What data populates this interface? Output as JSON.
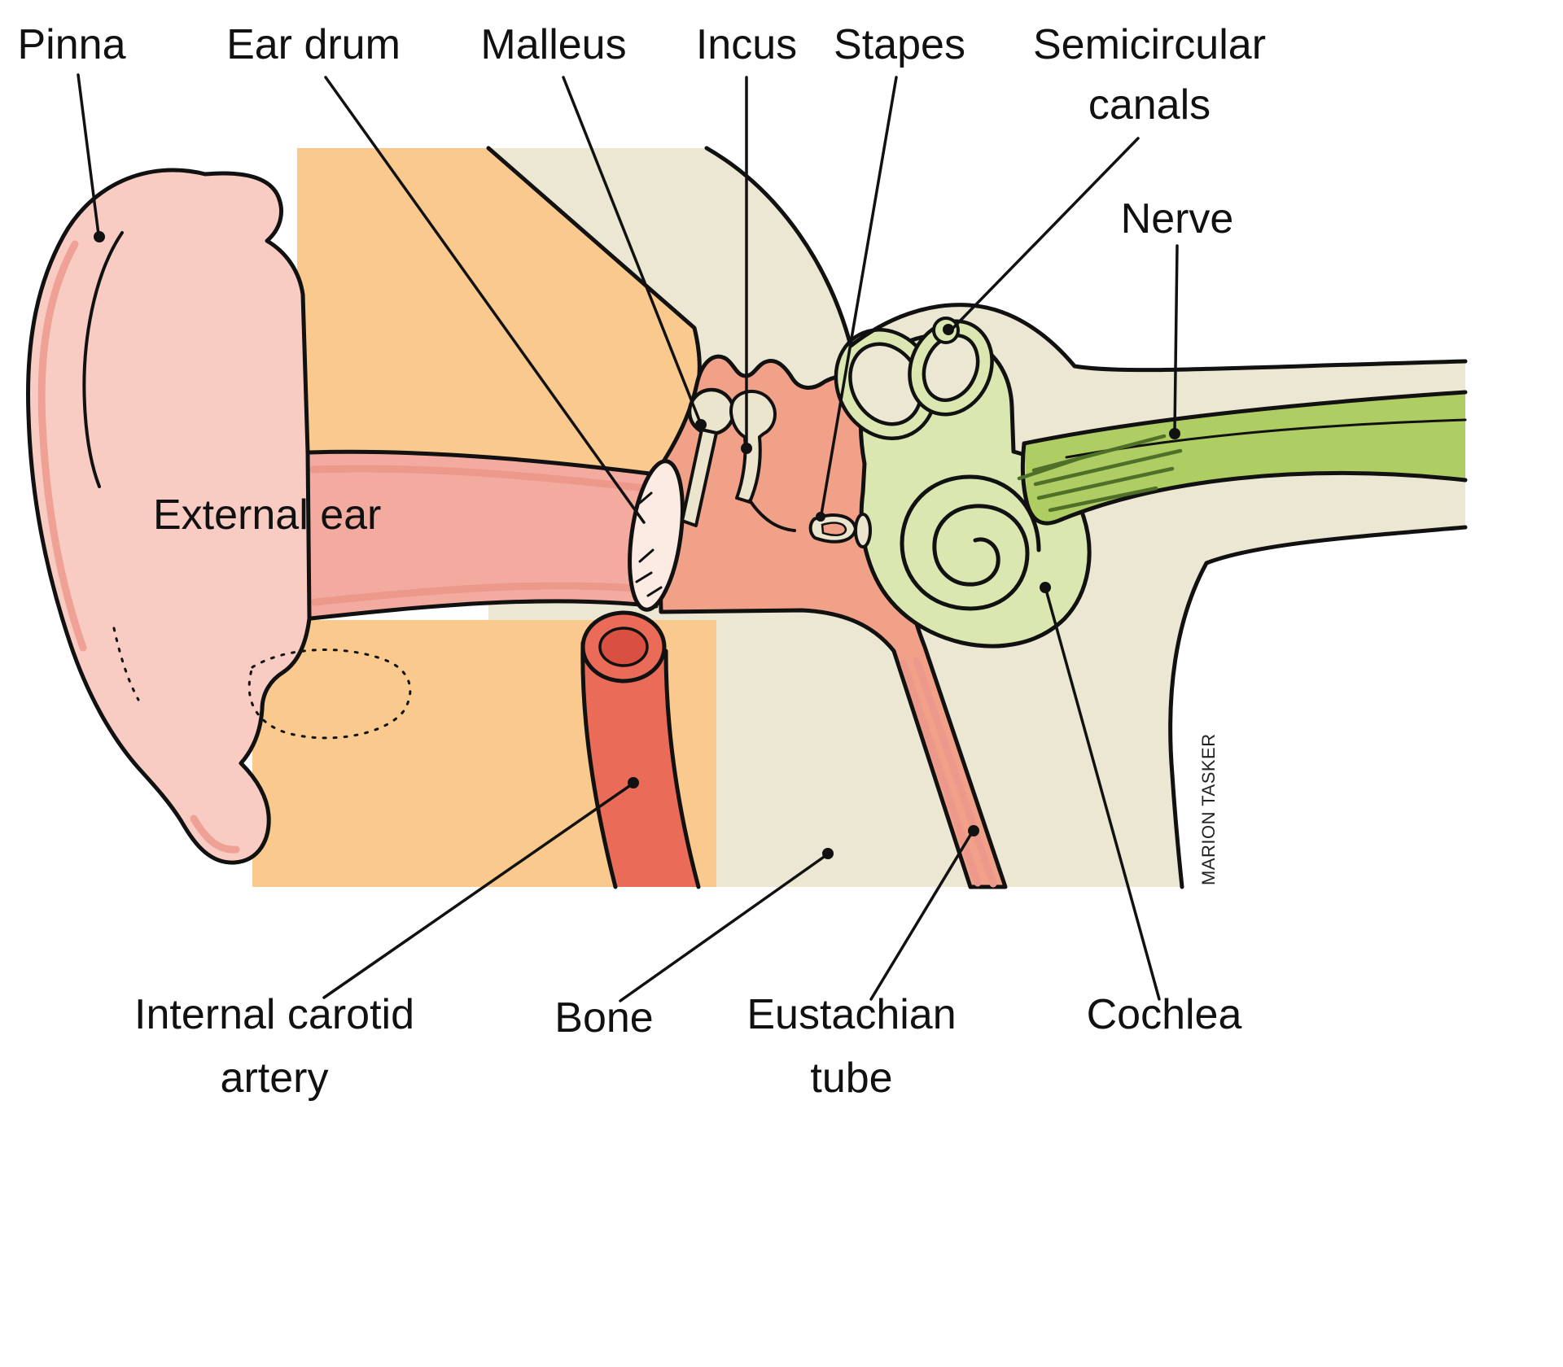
{
  "diagram": {
    "credit": "MARION TASKER",
    "labels": {
      "pinna": "Pinna",
      "ear_drum": "Ear drum",
      "malleus": "Malleus",
      "incus": "Incus",
      "stapes": "Stapes",
      "semicircular_line1": "Semicircular",
      "semicircular_line2": "canals",
      "nerve": "Nerve",
      "external_ear": "External ear",
      "internal_carotid_line1": "Internal carotid",
      "internal_carotid_line2": "artery",
      "bone": "Bone",
      "eustachian_line1": "Eustachian",
      "eustachian_line2": "tube",
      "cochlea": "Cochlea"
    },
    "colors": {
      "pinna_pink": "#f8ccc2",
      "tissue_orange": "#f9c98e",
      "bone_beige": "#ece7d2",
      "middle_ear_salmon": "#f2a189",
      "canal_pink": "#f3aba0",
      "skin_line_pink": "#ec998c",
      "eardrum_pale": "#fcebe2",
      "ossicle_cream": "#ebe5ce",
      "inner_ear_green": "#dbe7b0",
      "nerve_green": "#aecd63",
      "artery_red": "#ea6c58",
      "artery_dark_red": "#d94f41"
    }
  }
}
